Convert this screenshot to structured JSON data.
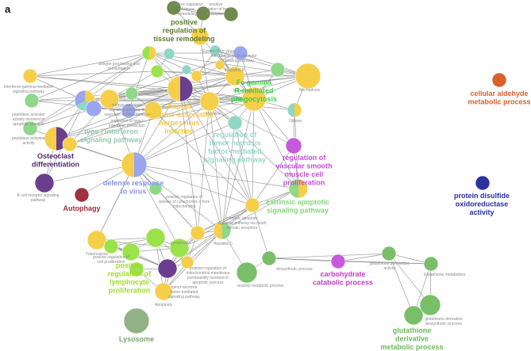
{
  "panel_label": "a",
  "colors": {
    "yellow": "#f5cf4a",
    "purple": "#6a3d8f",
    "lightblue": "#9aa6f0",
    "teal": "#8fd6c4",
    "green": "#8fd88a",
    "lime": "#9be34a",
    "olive": "#6f8a4a",
    "darkred": "#a0313e",
    "orange": "#d8612c",
    "navy": "#2b32a0",
    "magenta": "#c55adf",
    "grassgreen": "#79bf6a",
    "sage": "#92b285"
  },
  "cluster_labels": [
    {
      "id": "positive-regulation-of-tissue-remodeling",
      "lines": [
        "positive",
        "regulation of",
        "tissue remodeling"
      ],
      "color": "#5f7a32"
    },
    {
      "id": "fc-gamma-r-mediated-phagocytosis",
      "lines": [
        "Fc gamma",
        "R-mediated",
        "phagocytosis"
      ],
      "color": "#3fcf48"
    },
    {
      "id": "kaposi-sarcoma-associated-herpesvirus-infection",
      "lines": [
        "Kaposi",
        "sarcoma-associated",
        "herpesvirus",
        "infection"
      ],
      "color": "#f2c94c"
    },
    {
      "id": "type-i-interferon-signaling-pathway",
      "lines": [
        "type I interferon",
        "signaling pathway"
      ],
      "color": "#98c8b2"
    },
    {
      "id": "regulation-of-tumor-necrosis-factor-mediated-signaling-pathway",
      "lines": [
        "regulation of",
        "tumor necrosis",
        "factor-mediated",
        "signaling pathway"
      ],
      "color": "#93d8c6"
    },
    {
      "id": "osteoclast-differentiation",
      "lines": [
        "Osteoclast",
        "differentiation"
      ],
      "color": "#4e2a6e"
    },
    {
      "id": "defense-response-to-virus",
      "lines": [
        "defense response",
        "to virus"
      ],
      "color": "#8a92e8"
    },
    {
      "id": "regulation-of-vascular-smooth-muscle-cell-proliferation",
      "lines": [
        "regulation of",
        "vascular smooth",
        "muscle cell",
        "proliferation"
      ],
      "color": "#c24fd8"
    },
    {
      "id": "autophagy",
      "lines": [
        "Autophagy"
      ],
      "color": "#a32d3a"
    },
    {
      "id": "extrinsic-apoptotic-signaling-pathway",
      "lines": [
        "extrinsic apoptotic",
        "signaling pathway"
      ],
      "color": "#86d67c"
    },
    {
      "id": "positive-regulation-of-lymphocyte-proliferation",
      "lines": [
        "positive",
        "regulation of",
        "lymphocyte",
        "proliferation"
      ],
      "color": "#a2d92e"
    },
    {
      "id": "carbohydrate-catabolic-process",
      "lines": [
        "carbohydrate",
        "catabolic process"
      ],
      "color": "#c23fc0"
    },
    {
      "id": "cellular-aldehyde-metabolic-process",
      "lines": [
        "cellular aldehyde",
        "metabolic process"
      ],
      "color": "#d8602c"
    },
    {
      "id": "protein-disulfide-oxidoreductase-activity",
      "lines": [
        "protein disulfide",
        "oxidoreductase",
        "activity"
      ],
      "color": "#2a30a0"
    },
    {
      "id": "lysosome",
      "lines": [
        "Lysosome"
      ],
      "color": "#7da86a"
    },
    {
      "id": "glutathione-derivative-metabolic-process",
      "lines": [
        "glutathione",
        "derivative",
        "metabolic process"
      ],
      "color": "#6dba5a"
    }
  ],
  "term_labels": [
    {
      "id": "bone-resorption-term",
      "text": "positive regulation of bone resorption"
    },
    {
      "id": "tissue-remodeling-term",
      "text": "positive regulation of tissue remodeling"
    },
    {
      "id": "epstein-barr-term",
      "text": "Epstein-Barr virus infection"
    },
    {
      "id": "c-type-lectin-term",
      "text": "C-type lectin receptor signaling pathway"
    },
    {
      "id": "hepatitis-b-term",
      "text": "Hepatitis B"
    },
    {
      "id": "interferon-gamma-term",
      "text": "interferon-gamma-mediated signaling pathway"
    },
    {
      "id": "peptidase-activator-apoptotic-term",
      "text": "peptidase activator activity involved in apoptotic process"
    },
    {
      "id": "peptidase-activator-term",
      "text": "peptidase activator activity"
    },
    {
      "id": "antigen-processing-term",
      "text": "antigen processing and presentation"
    },
    {
      "id": "regulation-of-type-i-term",
      "text": "regulation of type I interferon production"
    },
    {
      "id": "intrinsic-apoptotic-term",
      "text": "intrinsic apoptotic signaling pathway in response to DNA damage"
    },
    {
      "id": "influenza-a-term",
      "text": "Influenza A"
    },
    {
      "id": "measles-term",
      "text": "Measles"
    },
    {
      "id": "glioma-term",
      "text": "Glioma"
    },
    {
      "id": "necroptosis-term",
      "text": "Necroptosis"
    },
    {
      "id": "b-cell-receptor-term",
      "text": "B cell receptor signaling pathway"
    },
    {
      "id": "cytochrome-c-term",
      "text": "positive regulation of release of cytochrome c from mitochondria"
    },
    {
      "id": "death-domain-term",
      "text": "extrinsic apoptotic signaling pathway via death domain receptors"
    },
    {
      "id": "tuberculosis-term",
      "text": "Tuberculosis"
    },
    {
      "id": "positive-regulation-cell-proliferation-term",
      "text": "positive regulation of cell proliferation"
    },
    {
      "id": "pyroptosis-term",
      "text": "pyroptosis"
    },
    {
      "id": "hepatitis-c-term",
      "text": "Hepatitis C"
    },
    {
      "id": "mitochondrial-membrane-term",
      "text": "positive regulation of mitochondrial membrane permeability involved in apoptotic process"
    },
    {
      "id": "apoptosis-term",
      "text": "Apoptosis"
    },
    {
      "id": "tumor-necrosis-factor-term",
      "text": "tumor necrosis factor-mediated signaling pathway"
    },
    {
      "id": "isoamyl-term",
      "text": "isoamyl metabolic process"
    },
    {
      "id": "biosynthetic-process-term",
      "text": "biosynthetic process"
    },
    {
      "id": "glutathione-peroxidase-term",
      "text": "glutathione peroxidase activity"
    },
    {
      "id": "glutathione-metabolism-term",
      "text": "Glutathione metabolism"
    },
    {
      "id": "glutathione-derivative-biosynthetic-term",
      "text": "glutathione derivative biosynthetic process"
    }
  ]
}
